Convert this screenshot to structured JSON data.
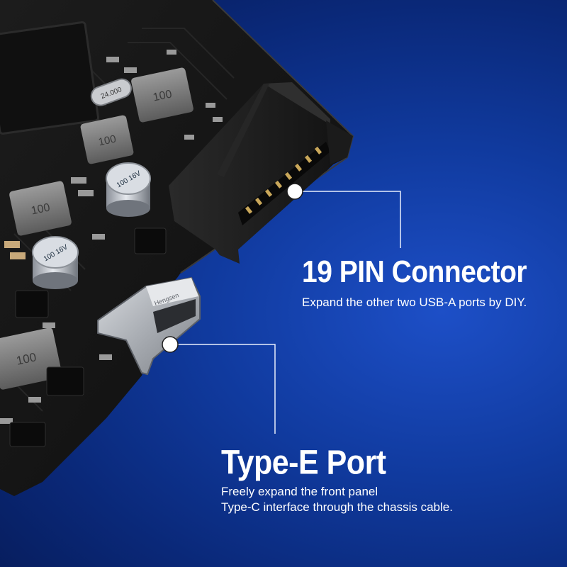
{
  "callouts": {
    "pin_connector": {
      "title": "19 PIN Connector",
      "description": "Expand the other two USB-A ports by DIY."
    },
    "type_e_port": {
      "title": "Type-E Port",
      "description_lines": [
        "Freely expand the front panel",
        "Type-C interface through the chassis cable."
      ]
    }
  },
  "component_markings": {
    "inductor": "100",
    "capacitor": "100 16V",
    "crystal": "24.000",
    "type_e_port": "Hengsen"
  },
  "colors": {
    "background": "#0f3aa0",
    "pcb": "#161616",
    "text": "#ffffff",
    "leader_line": "#e8eefc"
  }
}
